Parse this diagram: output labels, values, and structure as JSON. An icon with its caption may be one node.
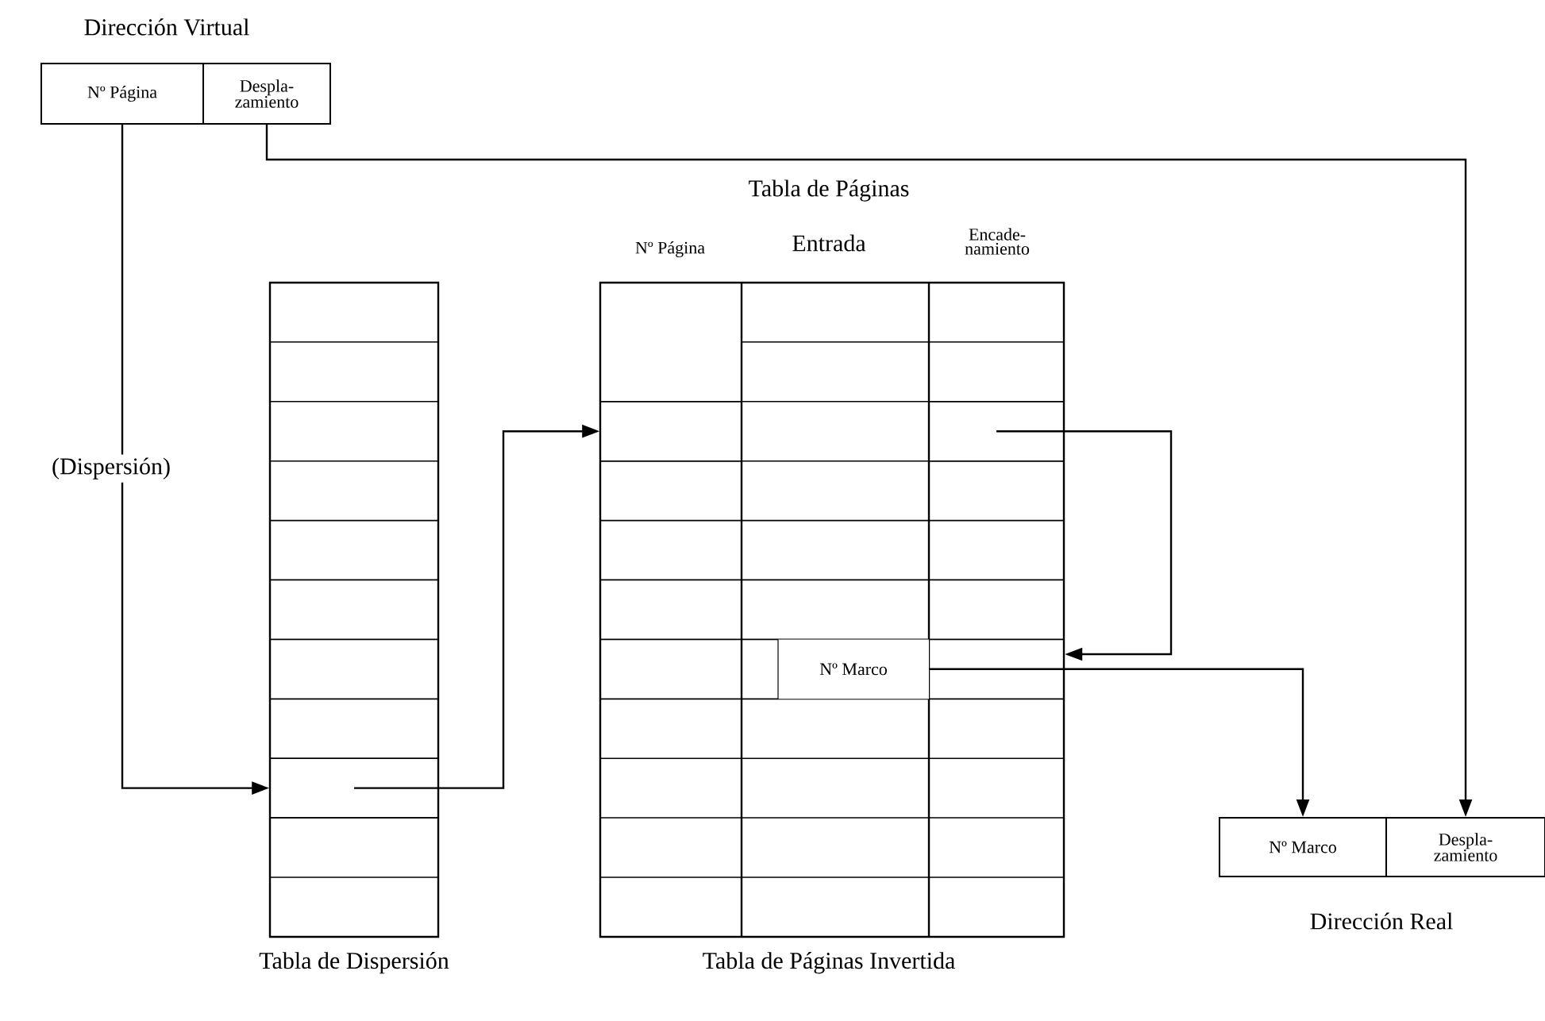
{
  "diagram": {
    "nodes": [
      {
        "text": [
          "Nº Página"
        ]
      },
      {
        "text": [
          "Despla- zamiento"
        ]
      },
      {
        "text": [
          "Tabla de Dispersión"
        ]
      },
      {
        "text": [],
        "shape": "box",
        "in": 2
      },
      {
        "text": [
          "Tabla de Páginas",
          "Tabla de Páginas Invertida"
        ]
      },
      {
        "text": [],
        "shape": "box",
        "in": 4
      },
      {
        "text": [],
        "shape": "box",
        "in": 4
      },
      {
        "text": [
          "Nº Marco"
        ],
        "in": 4
      },
      {
        "text": [
          "Nº Marco"
        ]
      },
      {
        "text": [
          "Despla- zamiento"
        ]
      }
    ],
    "edges": [
      {
        "from": 0,
        "to": 3,
        "arrow": "to",
        "label": "(Dispersión)"
      },
      {
        "from": 3,
        "to": 5,
        "arrow": "to"
      },
      {
        "from": 6,
        "to": 4,
        "arrow": "to"
      },
      {
        "from": 7,
        "to": 8,
        "arrow": "to"
      },
      {
        "from": 1,
        "to": 9,
        "arrow": "to"
      }
    ],
    "labels": [
      "Dirección Virtual",
      "Nº Página",
      "Entrada",
      "Encade- namiento",
      "Dirección Real"
    ]
  }
}
